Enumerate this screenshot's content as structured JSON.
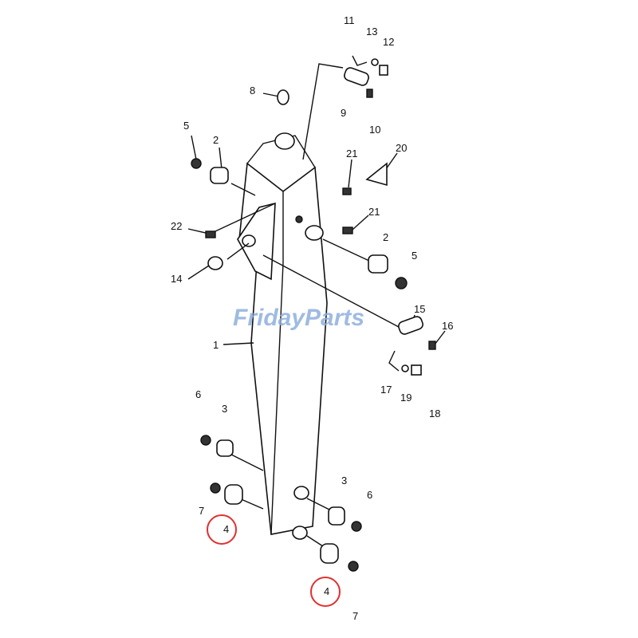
{
  "diagram": {
    "callouts": [
      "11",
      "13",
      "12",
      "8",
      "9",
      "10",
      "5",
      "2",
      "21",
      "20",
      "22",
      "21",
      "2",
      "5",
      "14",
      "15",
      "16",
      "1",
      "17",
      "19",
      "18",
      "6",
      "3",
      "3",
      "6",
      "7",
      "4",
      "4",
      "7"
    ],
    "highlighted_callout": "4",
    "highlight_color": "#e03030"
  },
  "watermark": {
    "text": "FridayParts",
    "color": "#8fb0dc",
    "accent_color": "#f0a020"
  }
}
